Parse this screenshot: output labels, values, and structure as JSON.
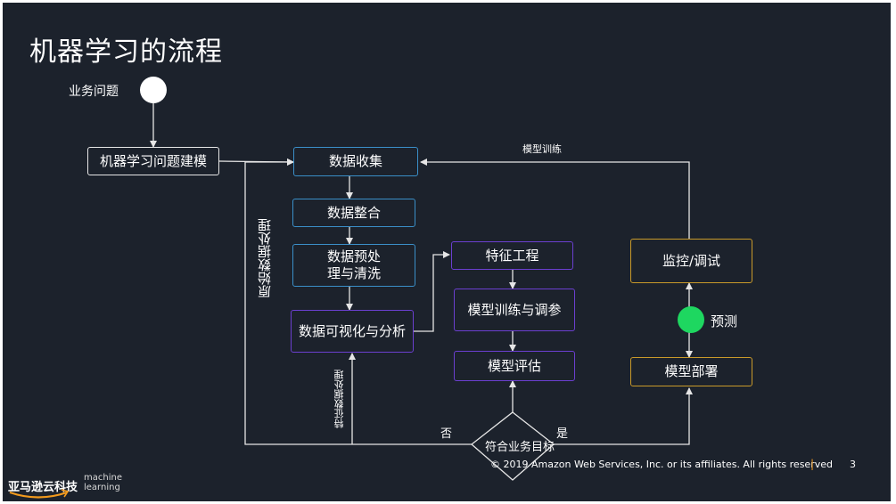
{
  "title": "机器学习的流程",
  "nodes": {
    "business_problem": "业务问题",
    "problem_modeling": "机器学习问题建模",
    "data_collection": "数据收集",
    "data_integration": "数据整合",
    "data_preprocessing": "数据预处\n理与清洗",
    "data_visualization": "数据可视化与分析",
    "feature_engineering": "特征工程",
    "model_training": "模型训练与调参",
    "model_evaluation": "模型评估",
    "business_goal": "符合业务目标",
    "monitoring": "监控/调试",
    "prediction": "预测",
    "deployment": "模型部署"
  },
  "edge_labels": {
    "raw_data_processing": "原始数据处理",
    "feature_data_processing": "特征数据处理",
    "model_training": "模型训练",
    "no": "否",
    "yes": "是"
  },
  "footer": {
    "copyright": "© 2019 Amazon Web Services, Inc. or its affiliates. All rights reserved",
    "separator": "|",
    "page_number": "3",
    "logo_cn": "亚马逊云科技",
    "logo_en_line1": "machine",
    "logo_en_line2": "learning"
  },
  "colors": {
    "background": "#1c222c",
    "start_node": "#ffffff",
    "prediction_node": "#1ed760",
    "border_white": "#e6e6e6",
    "border_blue": "#3a8fc8",
    "border_purple": "#6b3fd0",
    "border_orange": "#c99a2a",
    "logo_smile": "#f29a1d"
  }
}
